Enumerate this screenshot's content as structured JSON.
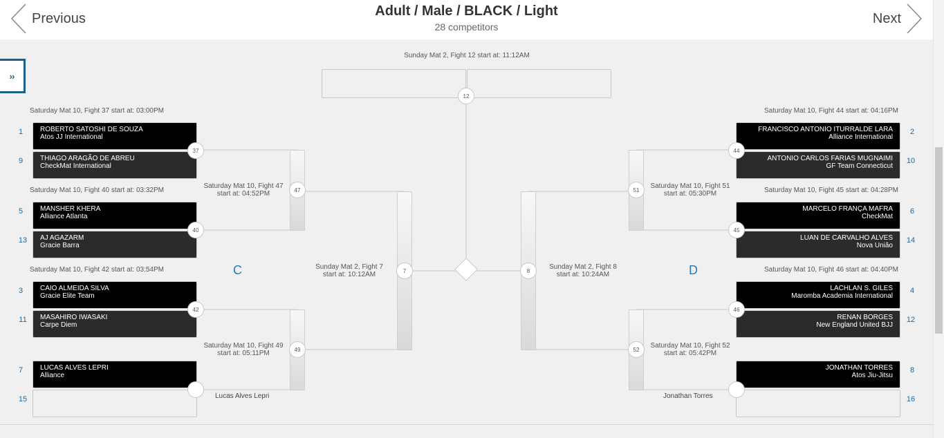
{
  "header": {
    "previous_label": "Previous",
    "next_label": "Next",
    "title": "Adult / Male / BLACK / Light",
    "subtitle": "28 competitors"
  },
  "toggle_label": "››",
  "final": {
    "info": "Sunday Mat 2, Fight 12 start at: 11:12AM",
    "fight_no": "12"
  },
  "regions": {
    "left": "C",
    "right": "D"
  },
  "semis": {
    "left": {
      "info_line1": "Sunday Mat 2, Fight 7",
      "info_line2": "start at: 10:12AM",
      "fight_no": "7"
    },
    "right": {
      "info_line1": "Sunday Mat 2, Fight 8",
      "info_line2": "start at: 10:24AM",
      "fight_no": "8"
    }
  },
  "quarters": {
    "l1": {
      "info_line1": "Saturday Mat 10, Fight 47",
      "info_line2": "start at: 04:52PM",
      "fight_no": "47"
    },
    "l2": {
      "info_line1": "Saturday Mat 10, Fight 49",
      "info_line2": "start at: 05:11PM",
      "fight_no": "49"
    },
    "r1": {
      "info_line1": "Saturday Mat 10, Fight 51",
      "info_line2": "start at: 05:30PM",
      "fight_no": "51"
    },
    "r2": {
      "info_line1": "Saturday Mat 10, Fight 52",
      "info_line2": "start at: 05:42PM",
      "fight_no": "52"
    }
  },
  "first_round": {
    "l1": {
      "info": "Saturday Mat 10, Fight 37 start at: 03:00PM",
      "fight_no": "37",
      "top": {
        "seed": "1",
        "name": "ROBERTO SATOSHI DE SOUZA",
        "team": "Atos JJ International"
      },
      "bottom": {
        "seed": "9",
        "name": "THIAGO ARAGÃO DE ABREU",
        "team": "CheckMat International"
      }
    },
    "l2": {
      "info": "Saturday Mat 10, Fight 40 start at: 03:32PM",
      "fight_no": "40",
      "top": {
        "seed": "5",
        "name": "MANSHER KHERA",
        "team": "Alliance Atlanta"
      },
      "bottom": {
        "seed": "13",
        "name": "AJ AGAZARM",
        "team": "Gracie Barra"
      }
    },
    "l3": {
      "info": "Saturday Mat 10, Fight 42 start at: 03:54PM",
      "fight_no": "42",
      "top": {
        "seed": "3",
        "name": "CAIO ALMEIDA SILVA",
        "team": "Gracie Elite Team"
      },
      "bottom": {
        "seed": "11",
        "name": "MASAHIRO IWASAKI",
        "team": "Carpe Diem"
      }
    },
    "l4": {
      "winner_text": "Lucas Alves Lepri",
      "top": {
        "seed": "7",
        "name": "LUCAS ALVES LEPRI",
        "team": "Alliance"
      },
      "bottom": {
        "seed": "15"
      }
    },
    "r1": {
      "info": "Saturday Mat 10, Fight 44 start at: 04:16PM",
      "fight_no": "44",
      "top": {
        "seed": "2",
        "name": "FRANCISCO ANTONIO ITURRALDE LARA",
        "team": "Alliance International"
      },
      "bottom": {
        "seed": "10",
        "name": "ANTONIO CARLOS FARIAS MUGNAIMI",
        "team": "GF Team Connecticut"
      }
    },
    "r2": {
      "info": "Saturday Mat 10, Fight 45 start at: 04:28PM",
      "fight_no": "45",
      "top": {
        "seed": "6",
        "name": "MARCELO FRANÇA MAFRA",
        "team": "CheckMat"
      },
      "bottom": {
        "seed": "14",
        "name": "LUAN DE CARVALHO ALVES",
        "team": "Nova União"
      }
    },
    "r3": {
      "info": "Saturday Mat 10, Fight 46 start at: 04:40PM",
      "fight_no": "46",
      "top": {
        "seed": "4",
        "name": "LACHLAN S. GILES",
        "team": "Maromba Academia International"
      },
      "bottom": {
        "seed": "12",
        "name": "RENAN BORGES",
        "team": "New England United BJJ"
      }
    },
    "r4": {
      "winner_text": "Jonathan Torres",
      "top": {
        "seed": "8",
        "name": "JONATHAN TORRES",
        "team": "Atos Jiu-Jitsu"
      },
      "bottom": {
        "seed": "16"
      }
    }
  }
}
